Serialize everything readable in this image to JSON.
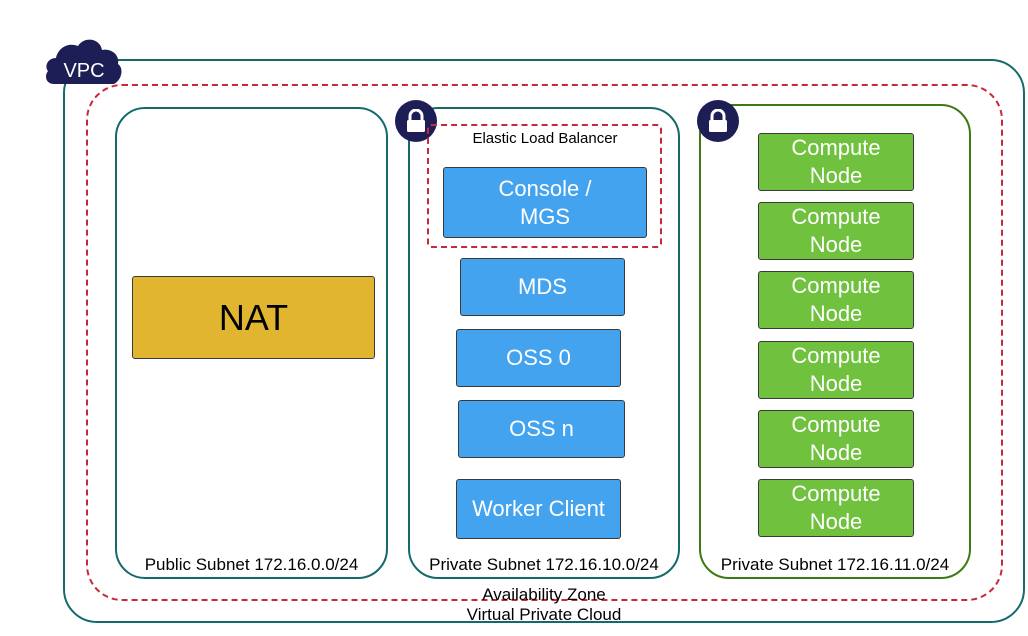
{
  "vpc": {
    "badge": "VPC",
    "label": "Virtual Private Cloud"
  },
  "availability_zone": {
    "label": "Availability Zone"
  },
  "public_subnet": {
    "label": "Public Subnet 172.16.0.0/24",
    "nat": "NAT"
  },
  "private_subnet_a": {
    "label": "Private Subnet 172.16.10.0/24",
    "elb_label": "Elastic Load Balancer",
    "console": "Console / MGS",
    "mds": "MDS",
    "oss0": "OSS 0",
    "ossn": "OSS n",
    "worker": "Worker Client"
  },
  "private_subnet_b": {
    "label": "Private Subnet 172.16.11.0/24",
    "nodes": [
      "Compute Node",
      "Compute Node",
      "Compute Node",
      "Compute Node",
      "Compute Node",
      "Compute Node"
    ]
  },
  "icons": [
    "cloud-icon",
    "lock-icon"
  ],
  "colors": {
    "vpc_border": "#146a6a",
    "az_dashed": "#c8283c",
    "nat": "#e1b530",
    "service_blue": "#44a3ee",
    "compute_green": "#6fc13e",
    "lock_bg": "#1d1e56"
  }
}
